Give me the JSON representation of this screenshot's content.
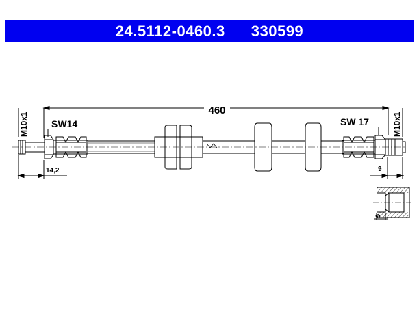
{
  "header": {
    "part_number": "24.5112-0460.3",
    "ref_number": "330599",
    "background": "#0000f0",
    "text_color": "#ffffff"
  },
  "drawing": {
    "length": "460",
    "left_thread": "M10x1",
    "right_thread": "M10x1",
    "left_wrench": "SW14",
    "right_wrench": "SW 17",
    "left_dim": "14,2",
    "right_dim": "9",
    "detail_dim": "9"
  }
}
